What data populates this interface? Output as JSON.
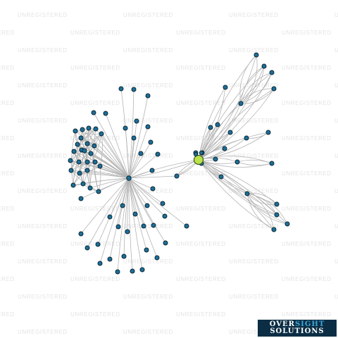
{
  "watermark": {
    "text": "UNREGISTERED"
  },
  "logo": {
    "line1_a": "OVER",
    "line1_b": "SIGHT",
    "line2": "SOLUTIONS",
    "bg_color": "#0b2e45",
    "accent_color": "#3aa7d9"
  },
  "colors": {
    "node_fill": "#1c6f9a",
    "hub_fill": "#b9e24d",
    "edge": "#b4b4b4"
  },
  "graph": {
    "node_count": 96,
    "highlighted_node_count": 1
  }
}
